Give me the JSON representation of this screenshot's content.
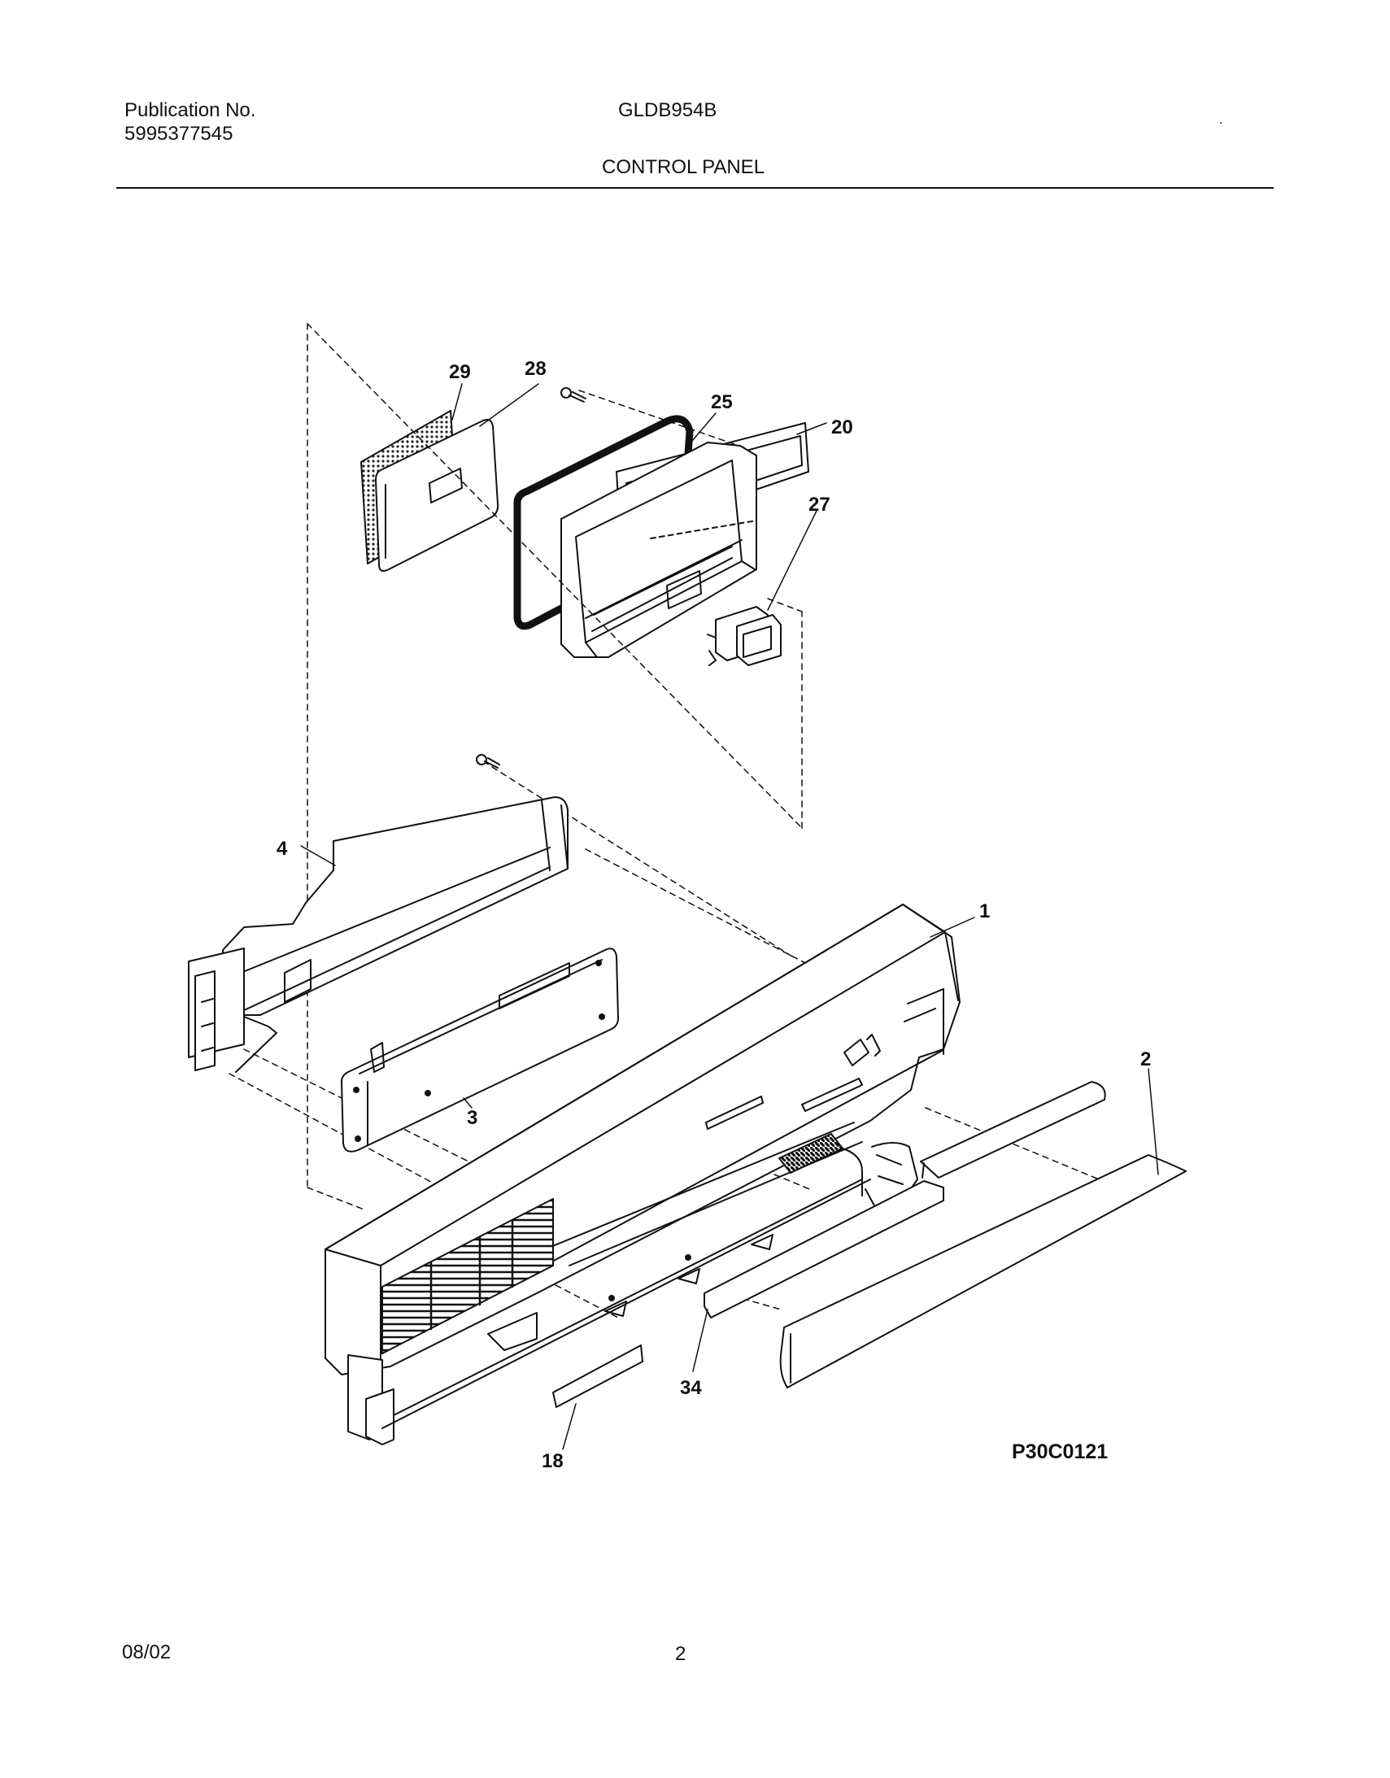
{
  "header": {
    "publication_label": "Publication No.",
    "publication_number": "5995377545",
    "model": "GLDB954B",
    "section_title": "CONTROL PANEL"
  },
  "diagram": {
    "callouts": {
      "p29": "29",
      "p28": "28",
      "p25": "25",
      "p20": "20",
      "p27": "27",
      "p4": "4",
      "p1": "1",
      "p2": "2",
      "p3": "3",
      "p34": "34",
      "p18": "18"
    },
    "drawing_code": "P30C0121"
  },
  "footer": {
    "date": "08/02",
    "page": "2"
  }
}
